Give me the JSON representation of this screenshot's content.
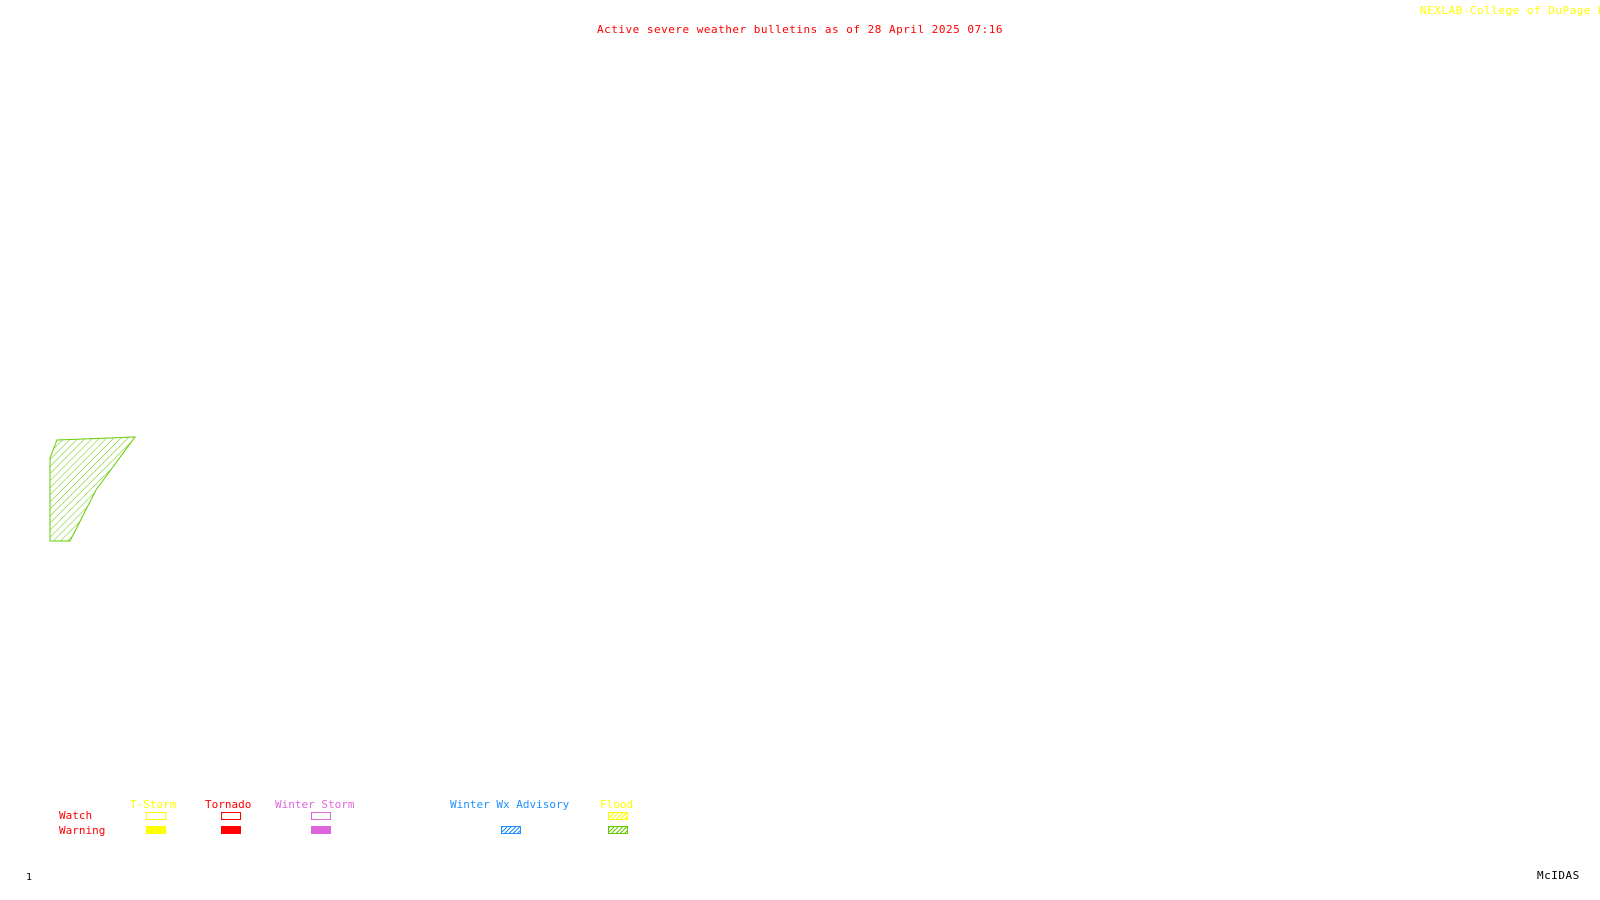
{
  "header": {
    "title": "Active severe weather bulletins as of 28 April 2025 07:16",
    "title_color": "#ff0000",
    "source": "NEXLAB-College of DuPage R",
    "source_color": "#ffff00"
  },
  "footer": {
    "frame_number": "1",
    "software": "McIDAS"
  },
  "legend": {
    "row_labels": {
      "watch": "Watch",
      "warning": "Warning",
      "color": "#ff0000"
    },
    "categories": [
      {
        "id": "tstorm",
        "label": "T-Storm",
        "color": "#ffff00",
        "watch_style": "outline",
        "warning_style": "filled"
      },
      {
        "id": "tornado",
        "label": "Tornado",
        "color": "#ff0000",
        "watch_style": "outline",
        "warning_style": "filled"
      },
      {
        "id": "winter-storm",
        "label": "Winter Storm",
        "color": "#dd66dd",
        "watch_style": "outline",
        "warning_style": "filled"
      },
      {
        "id": "winter-wx-advisory",
        "label": "Winter Wx Advisory",
        "color": "#1e90ff",
        "watch_style": "none",
        "warning_style": "hatched"
      },
      {
        "id": "flood",
        "label": "Flood",
        "color": "#ffff00",
        "warning_color": "#66cc00",
        "watch_style": "hatched",
        "warning_style": "hatched"
      }
    ]
  },
  "map": {
    "active_bulletins": [
      {
        "type": "Flood",
        "level": "Warning",
        "color": "#66cc00",
        "fill": "hatched"
      }
    ]
  }
}
